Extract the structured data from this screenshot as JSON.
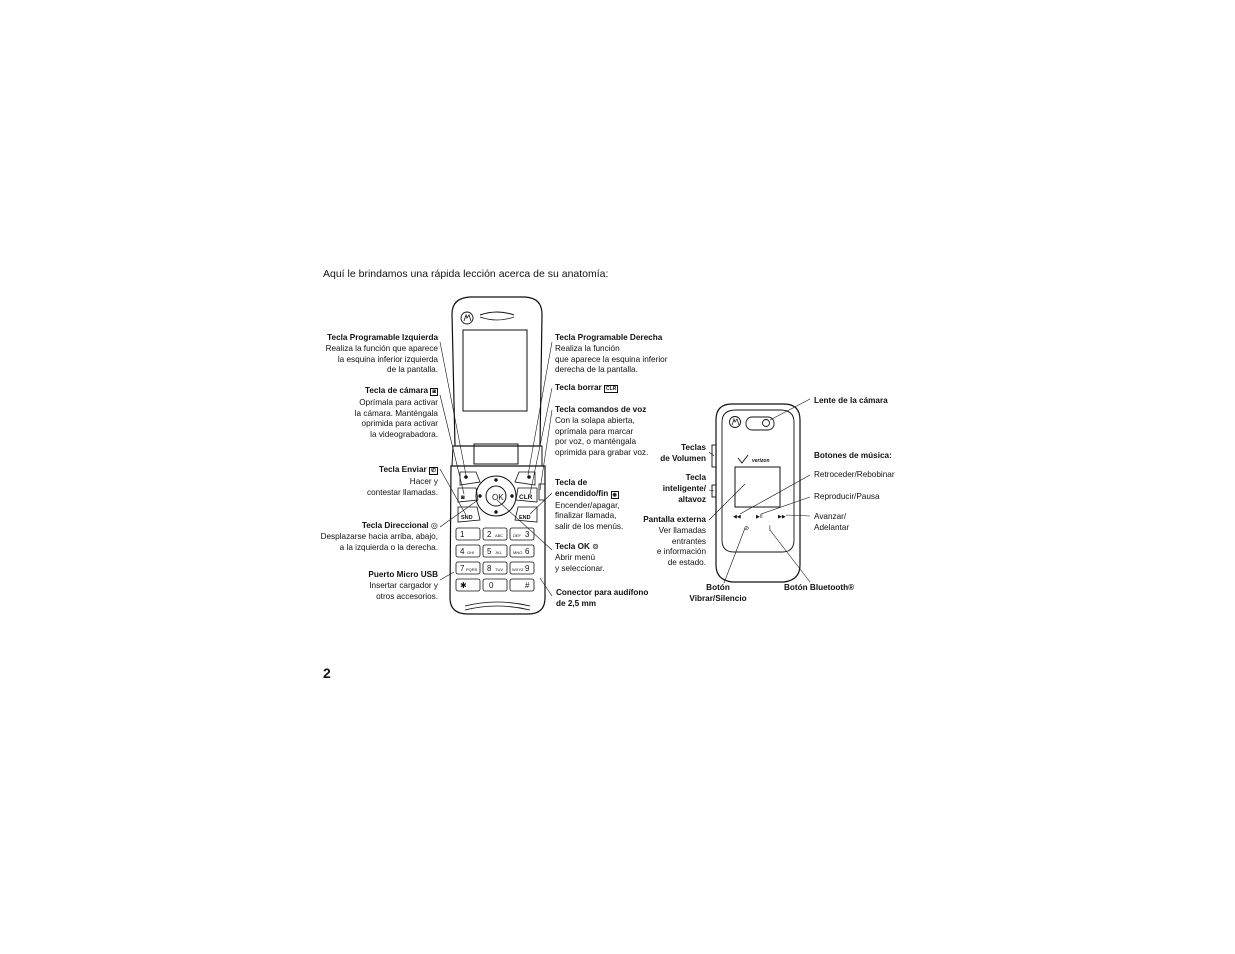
{
  "intro": "Aquí le brindamos una rápida lección acerca de su anatomía:",
  "page_number": "2",
  "left": {
    "soft_left": {
      "title": "Tecla Programable Izquierda",
      "lines": [
        "Realiza la función que aparece",
        "la esquina inferior izquierda",
        "de la pantalla."
      ]
    },
    "camera": {
      "title": "Tecla de cámara",
      "lines": [
        "Oprímala para activar",
        "la cámara. Manténgala",
        "oprimida para activar",
        "la videograbadora."
      ]
    },
    "send": {
      "title": "Tecla Enviar",
      "lines": [
        "Hacer y",
        "contestar llamadas."
      ]
    },
    "nav": {
      "title": "Tecla Direccional",
      "lines": [
        "Desplazarse hacia arriba, abajo,",
        "a la izquierda o la derecha."
      ]
    },
    "usb": {
      "title": "Puerto Micro USB",
      "lines": [
        "Insertar cargador y",
        "otros accesorios."
      ]
    }
  },
  "right": {
    "soft_right": {
      "title": "Tecla Programable Derecha",
      "lines": [
        "Realiza la función",
        "que aparece la esquina inferior",
        "derecha de la pantalla."
      ]
    },
    "clear": {
      "title": "Tecla borrar"
    },
    "voice": {
      "title": "Tecla comandos de voz",
      "lines": [
        "Con la solapa abierta,",
        "oprímala para marcar",
        "por voz, o manténgala",
        "oprimida para grabar voz."
      ]
    },
    "power": {
      "title": "Tecla de",
      "title2": "encendido/fin",
      "lines": [
        "Encender/apagar,",
        "finalizar llamada,",
        "salir de los menús."
      ]
    },
    "ok": {
      "title": "Tecla OK",
      "lines": [
        "Abrir menú",
        "y seleccionar."
      ]
    },
    "jack": {
      "title": "Conector para audífono",
      "title2": "de 2,5 mm"
    }
  },
  "external": {
    "volume": {
      "title": "Teclas",
      "title2": "de Volumen"
    },
    "smart": {
      "title": "Tecla",
      "title2": "inteligente/",
      "title3": "altavoz"
    },
    "display": {
      "title": "Pantalla externa",
      "lines": [
        "Ver llamadas",
        "entrantes",
        "e información",
        "de estado."
      ]
    },
    "vibrate": {
      "title": "Botón",
      "title2": "Vibrar/Silencio"
    },
    "camera_lens": {
      "title": "Lente de la cámara"
    },
    "music": {
      "title": "Botones de música:"
    },
    "rewind": "Retroceder/Rebobinar",
    "play": "Reproducir/Pausa",
    "forward": {
      "line1": "Avanzar/",
      "line2": "Adelantar"
    },
    "bluetooth": {
      "title": "Botón Bluetooth®"
    }
  },
  "keypad": {
    "rows": [
      [
        "1",
        "2",
        "3"
      ],
      [
        "4",
        "5",
        "6"
      ],
      [
        "7",
        "8",
        "9"
      ],
      [
        "✱",
        "0",
        "#"
      ]
    ],
    "letters": [
      [
        "",
        "ABC",
        "DEF"
      ],
      [
        "GHI",
        "JKL",
        "MNO"
      ],
      [
        "PQRS",
        "TUV",
        "WXYZ"
      ],
      [
        "",
        "",
        ""
      ]
    ],
    "clr": "CLR",
    "ok": "OK",
    "end": "END",
    "brand": "verizon"
  }
}
